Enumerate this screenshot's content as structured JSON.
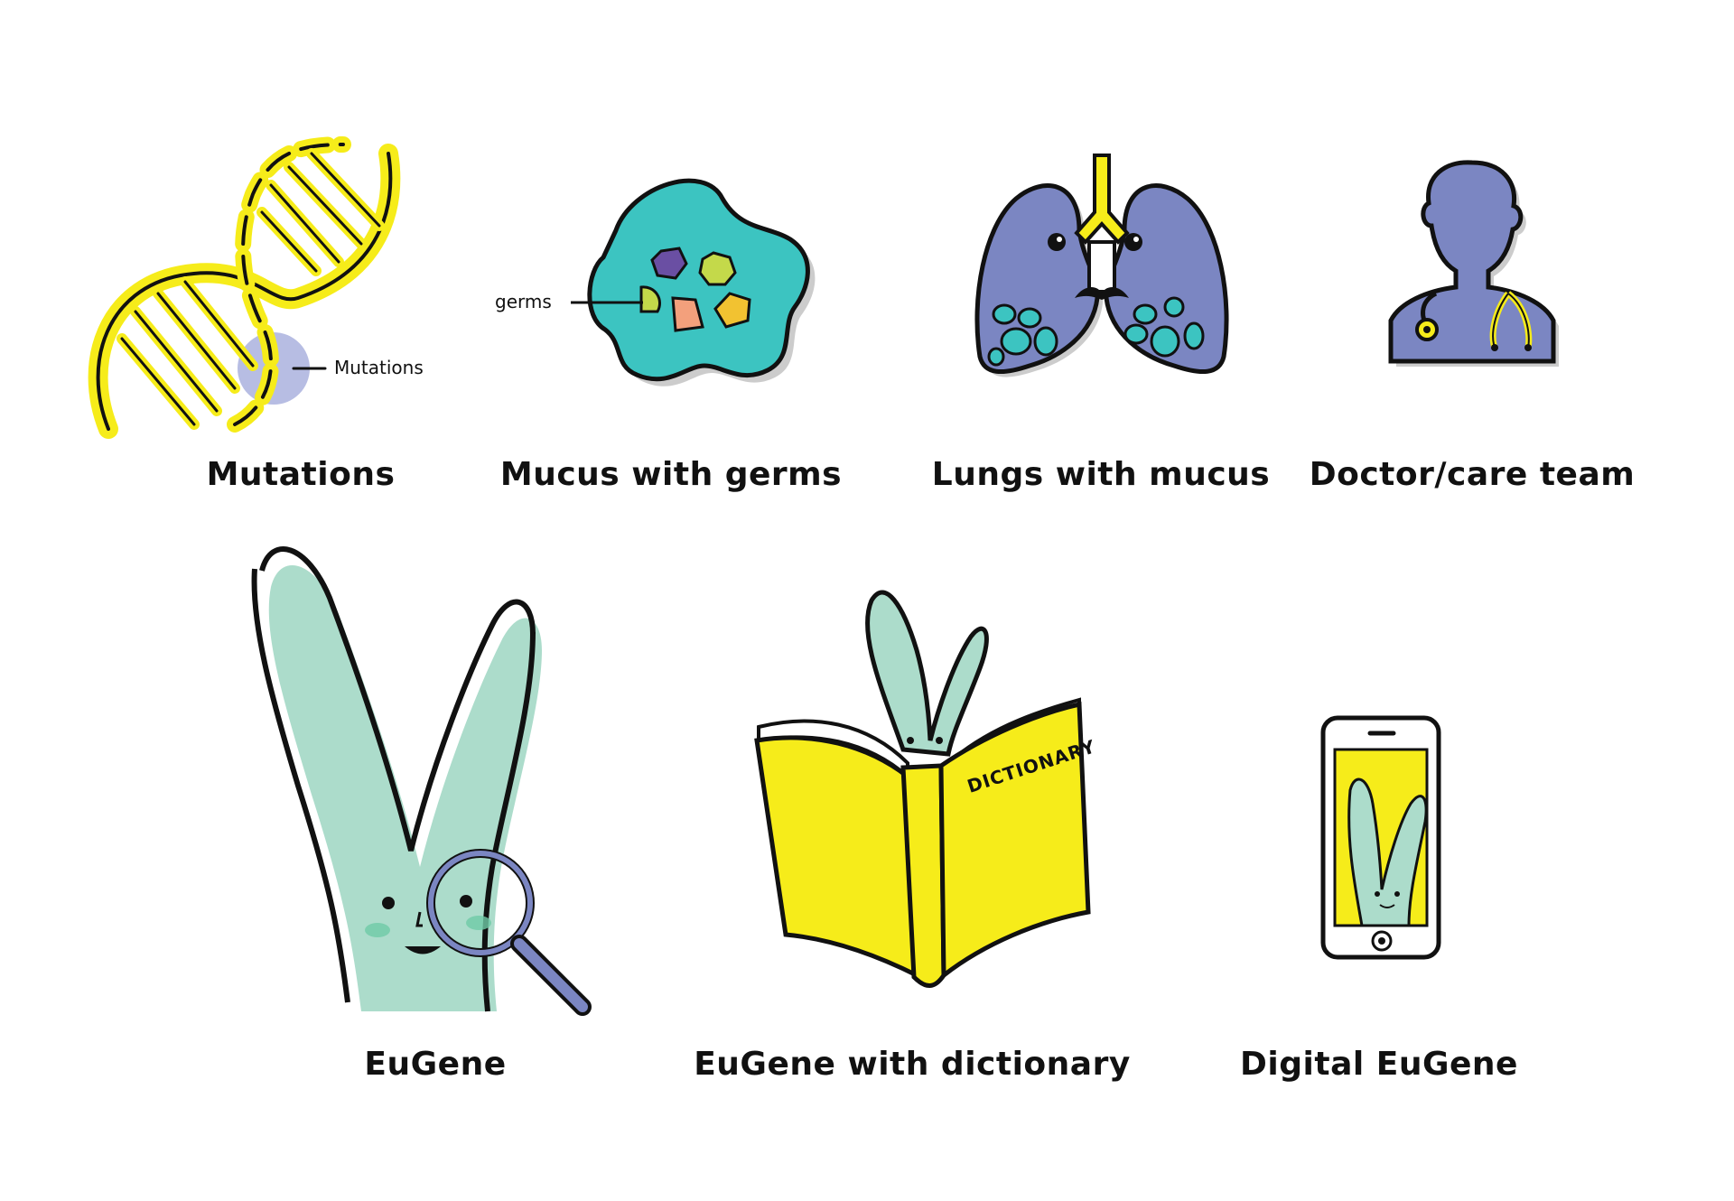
{
  "colors": {
    "yellow": "#f6ec1a",
    "teal": "#3cc4c1",
    "purple": "#7b86c2",
    "mint": "#acdccb",
    "ink": "#111111",
    "halo": "#b7bde3"
  },
  "illustrations": [
    {
      "id": "mutations",
      "caption": "Mutations",
      "callout": "Mutations"
    },
    {
      "id": "mucus",
      "caption": "Mucus with germs",
      "callout": "germs"
    },
    {
      "id": "lungs",
      "caption": "Lungs with mucus"
    },
    {
      "id": "doctor",
      "caption": "Doctor/care team"
    },
    {
      "id": "eugene",
      "caption": "EuGene"
    },
    {
      "id": "dictionary",
      "caption": "EuGene with dictionary",
      "book_title": "DICTIONARY"
    },
    {
      "id": "digital",
      "caption": "Digital EuGene"
    }
  ]
}
